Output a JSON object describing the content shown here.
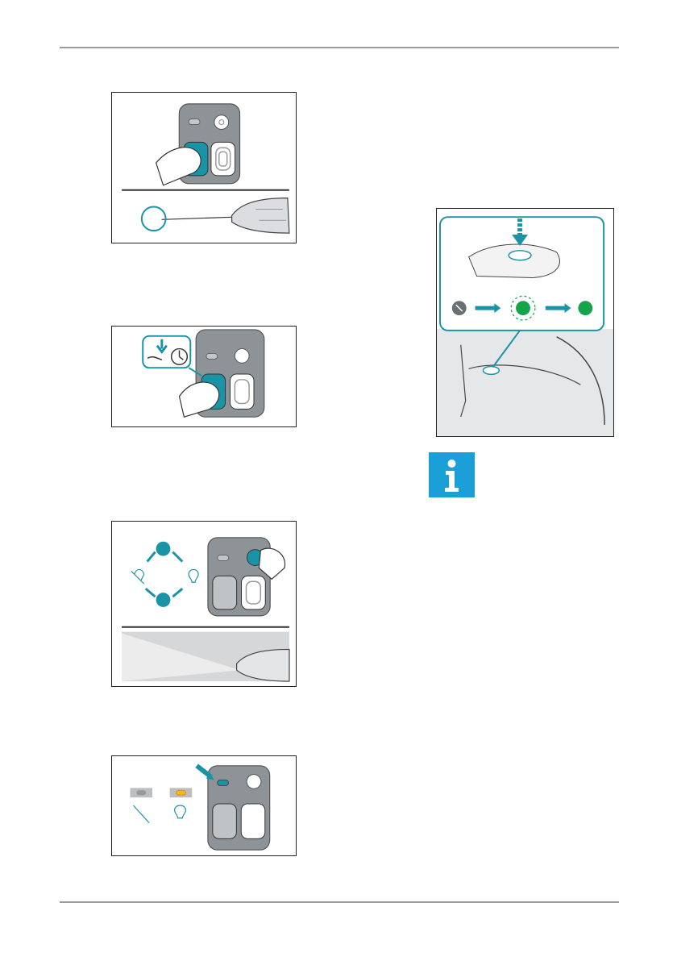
{
  "page": {
    "header_rule": true,
    "footer_rule": true
  },
  "figures": [
    {
      "id": "fig-1",
      "icon": "press-scanner-button-illustration"
    },
    {
      "id": "fig-2",
      "icon": "press-and-hold-timer-illustration"
    },
    {
      "id": "fig-3",
      "icon": "light-mode-cycle-illustration"
    },
    {
      "id": "fig-4",
      "icon": "status-led-illustration"
    },
    {
      "id": "fig-5",
      "icon": "foot-switch-power-illustration"
    }
  ],
  "info_box": {
    "icon": "info-icon",
    "glyph": "i"
  },
  "colors": {
    "accent_teal": "#1a93a7",
    "info_blue": "#1a9fd9",
    "power_green": "#14a44a",
    "led_amber": "#f2b822",
    "device_gray": "#8e9397"
  }
}
